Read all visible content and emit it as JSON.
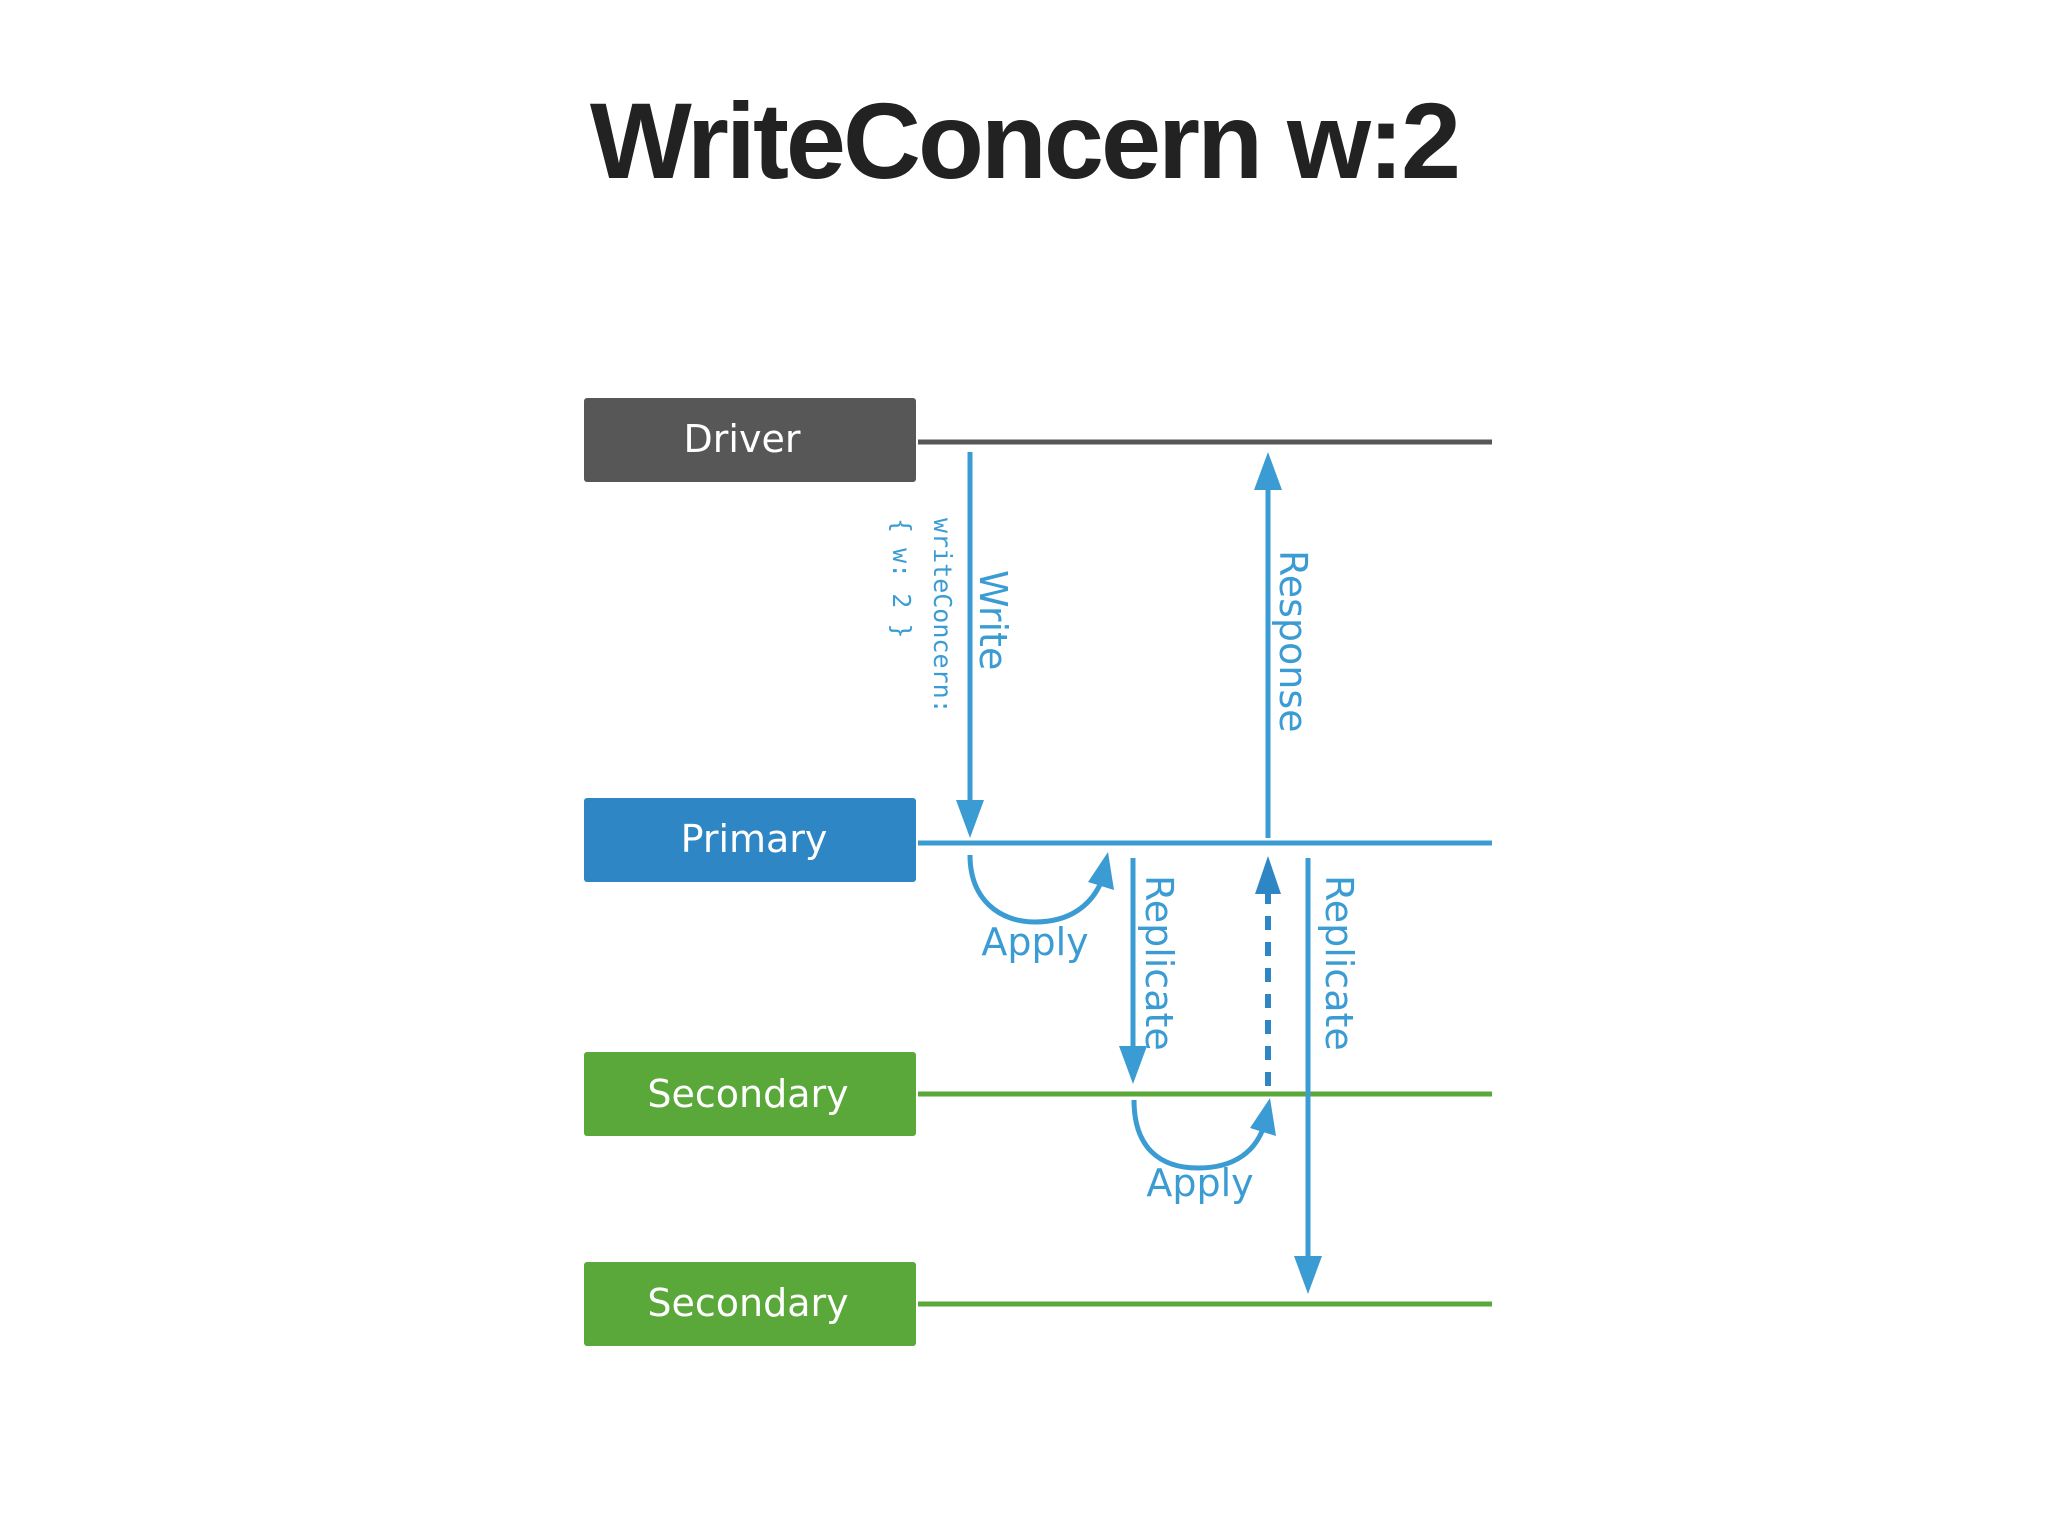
{
  "title": "WriteConcern w:2",
  "colors": {
    "driver": "#575757",
    "primary": "#2e86c4",
    "secondary": "#5aa73a",
    "flow": "#3b9cd4",
    "title": "#222222"
  },
  "nodes": {
    "driver": "Driver",
    "primary": "Primary",
    "secondary_1": "Secondary",
    "secondary_2": "Secondary"
  },
  "flows": {
    "write": "Write",
    "write_concern_line1": "writeConcern:",
    "write_concern_line2": "{ w: 2 }",
    "response": "Response",
    "apply_primary": "Apply",
    "replicate_1": "Replicate",
    "apply_secondary": "Apply",
    "replicate_2": "Replicate"
  }
}
